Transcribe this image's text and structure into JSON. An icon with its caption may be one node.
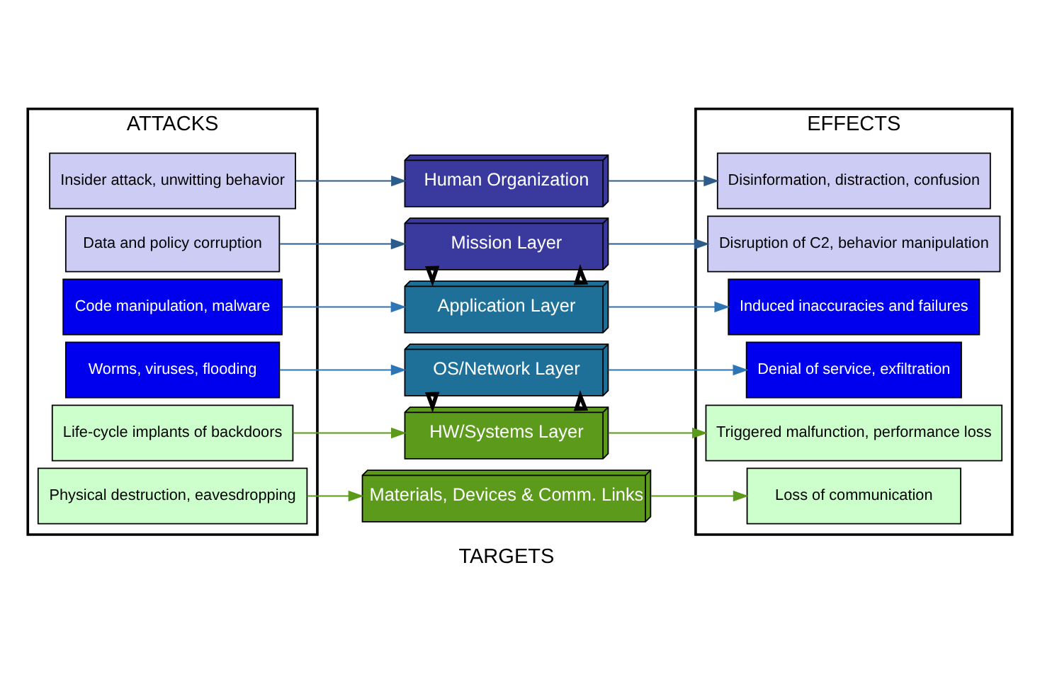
{
  "diagram": {
    "nodes": [
      {
        "text": [
          "ATTACKS"
        ]
      },
      {
        "text": [
          "Insider attack, unwitting behavior"
        ],
        "in": 0
      },
      {
        "text": [
          "Data and policy corruption"
        ],
        "in": 0
      },
      {
        "text": [
          "Code manipulation, malware"
        ],
        "in": 0
      },
      {
        "text": [
          "Worms, viruses, flooding"
        ],
        "in": 0
      },
      {
        "text": [
          "Life-cycle implants of backdoors"
        ],
        "in": 0
      },
      {
        "text": [
          "Physical destruction, eavesdropping"
        ],
        "in": 0
      },
      {
        "text": [
          "Human Organization"
        ]
      },
      {
        "text": [
          "Mission Layer"
        ]
      },
      {
        "text": [
          "Application Layer"
        ]
      },
      {
        "text": [
          "OS/Network Layer"
        ]
      },
      {
        "text": [
          "HW/Systems Layer"
        ]
      },
      {
        "text": [
          "Materials, Devices & Comm. Links"
        ]
      },
      {
        "text": [
          "EFFECTS"
        ]
      },
      {
        "text": [
          "Disinformation, distraction, confusion"
        ],
        "in": 13
      },
      {
        "text": [
          "Disruption of C2, behavior manipulation"
        ],
        "in": 13
      },
      {
        "text": [
          "Induced inaccuracies and failures"
        ],
        "in": 13
      },
      {
        "text": [
          "Denial of service, exfiltration"
        ],
        "in": 13
      },
      {
        "text": [
          "Triggered malfunction, performance loss"
        ],
        "in": 13
      },
      {
        "text": [
          "Loss of communication"
        ],
        "in": 13
      }
    ],
    "edges": [
      {
        "from": 1,
        "to": 7,
        "arrow": "to",
        "color": "#2e5c8a"
      },
      {
        "from": 2,
        "to": 8,
        "arrow": "to",
        "color": "#2e5c8a"
      },
      {
        "from": 3,
        "to": 9,
        "arrow": "to",
        "color": "#2e75b6"
      },
      {
        "from": 4,
        "to": 10,
        "arrow": "to",
        "color": "#2e75b6"
      },
      {
        "from": 5,
        "to": 11,
        "arrow": "to",
        "color": "#5b9a1a"
      },
      {
        "from": 6,
        "to": 12,
        "arrow": "to",
        "color": "#5b9a1a"
      },
      {
        "from": 7,
        "to": 14,
        "arrow": "to",
        "color": "#2e5c8a"
      },
      {
        "from": 8,
        "to": 15,
        "arrow": "to",
        "color": "#2e5c8a"
      },
      {
        "from": 9,
        "to": 16,
        "arrow": "to",
        "color": "#2e75b6"
      },
      {
        "from": 10,
        "to": 17,
        "arrow": "to",
        "color": "#2e75b6"
      },
      {
        "from": 11,
        "to": 18,
        "arrow": "to",
        "color": "#5b9a1a"
      },
      {
        "from": 12,
        "to": 19,
        "arrow": "to",
        "color": "#5b9a1a"
      },
      {
        "from": 9,
        "to": 8,
        "arrow": "to",
        "style": "thick",
        "color": "#000000"
      },
      {
        "from": 8,
        "to": 9,
        "arrow": "to",
        "style": "thick",
        "color": "#000000"
      },
      {
        "from": 11,
        "to": 10,
        "arrow": "to",
        "style": "thick",
        "color": "#000000"
      },
      {
        "from": 10,
        "to": 11,
        "arrow": "to",
        "style": "thick",
        "color": "#000000"
      }
    ],
    "labels": [
      "TARGETS"
    ]
  }
}
